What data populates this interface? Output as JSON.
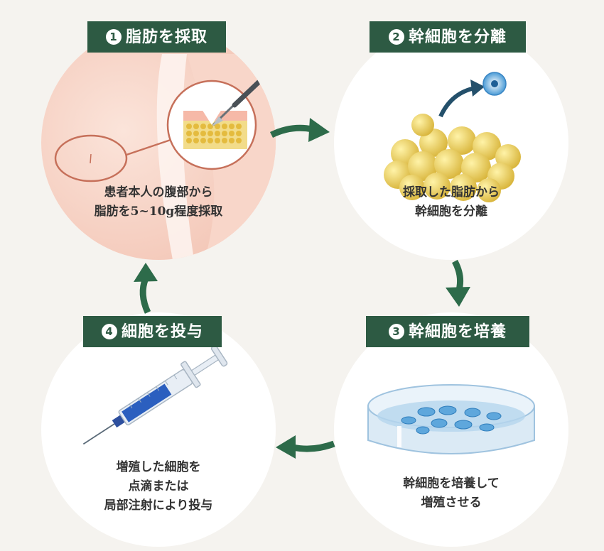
{
  "steps": [
    {
      "number": "1",
      "title": "脂肪を採取",
      "desc": [
        "患者本人の腹部から",
        "脂肪を5~10g程度採取"
      ]
    },
    {
      "number": "2",
      "title": "幹細胞を分離",
      "desc": [
        "採取した脂肪から",
        "幹細胞を分離"
      ]
    },
    {
      "number": "3",
      "title": "幹細胞を培養",
      "desc": [
        "幹細胞を培養して",
        "増殖させる"
      ]
    },
    {
      "number": "4",
      "title": "細胞を投与",
      "desc": [
        "増殖した細胞を",
        "点滴または",
        "局部注射により投与"
      ]
    }
  ],
  "colors": {
    "label_bg": "#2d5a43",
    "arrow": "#2d6b4a",
    "background": "#f5f3ef",
    "fat_yellow": "#e8c84a",
    "skin": "#f6d5c8"
  },
  "icons": [
    "scalpel-icon",
    "fat-cells-icon",
    "stem-cell-icon",
    "petri-dish-icon",
    "syringe-icon"
  ]
}
